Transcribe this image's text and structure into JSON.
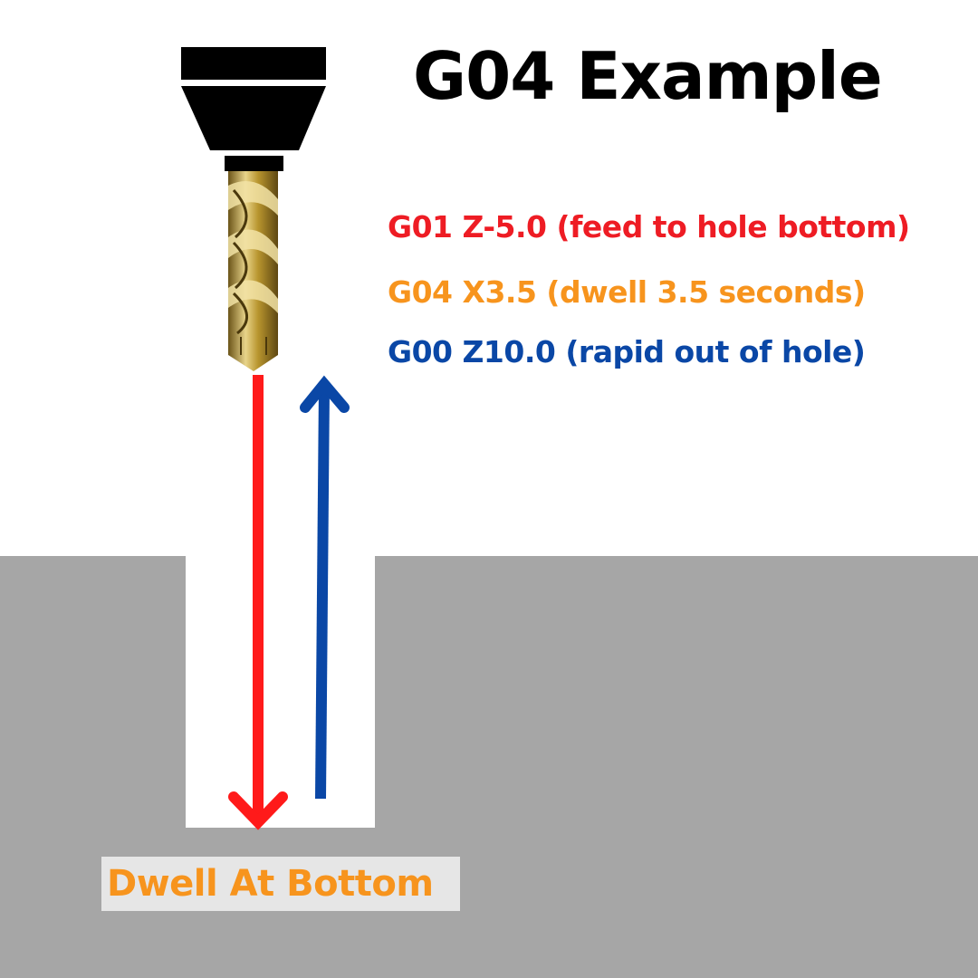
{
  "title": "G04 Example",
  "code_lines": [
    {
      "text": "G01 Z-5.0 (feed to hole bottom)",
      "color": "#ee1c24"
    },
    {
      "text": "G04 X3.5 (dwell 3.5 seconds)",
      "color": "#f7941d"
    },
    {
      "text": "G00 Z10.0 (rapid out of hole)",
      "color": "#0a47a6"
    }
  ],
  "dwell_label": {
    "text": "Dwell At Bottom",
    "color": "#f7941d"
  },
  "colors": {
    "feed_arrow": "#ff1a1a",
    "rapid_arrow": "#0a47a6",
    "workpiece": "#a6a6a6",
    "tool_holder": "#000000",
    "drill_gold": "#c9a94a"
  },
  "icons": {
    "tool_holder": "spindle-holder-icon",
    "drill": "twist-drill-icon"
  }
}
